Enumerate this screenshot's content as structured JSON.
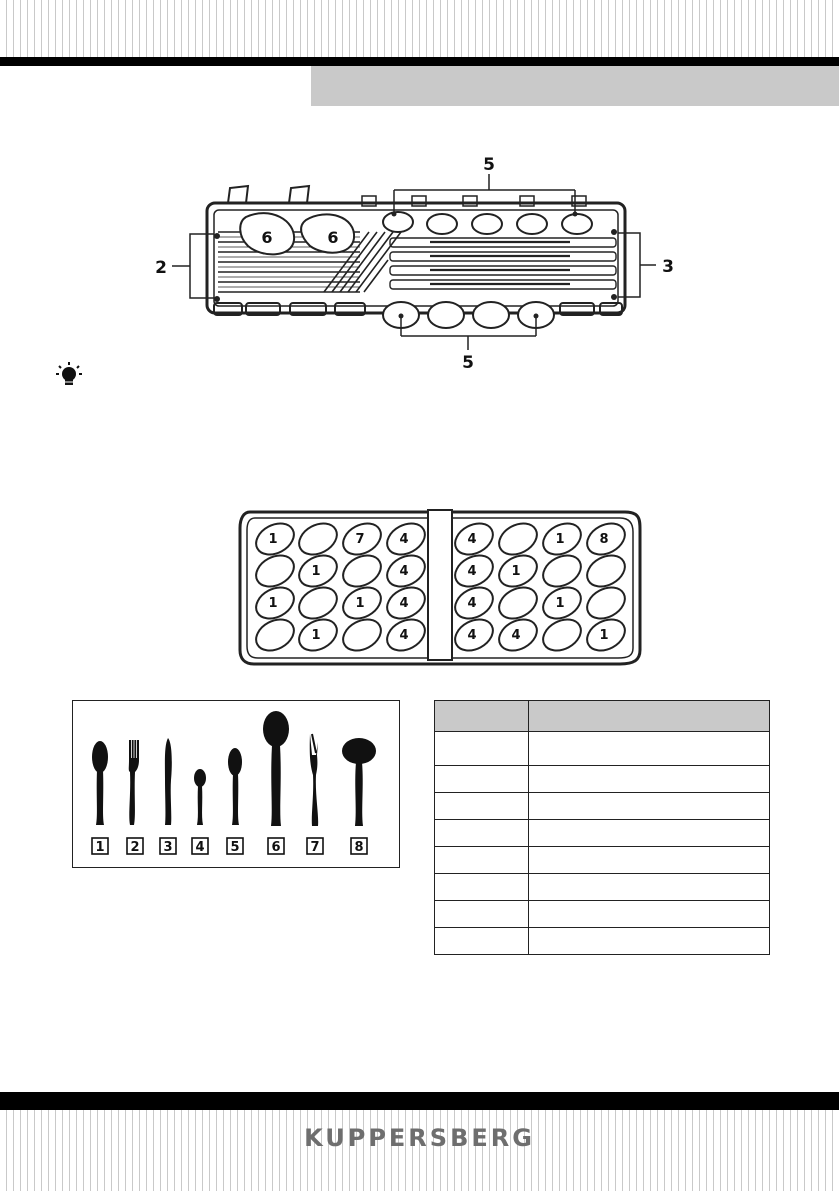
{
  "brand": "KUPPERSBERG",
  "rack_callouts": {
    "top": "5",
    "bottom": "5",
    "left": "2",
    "right": "3",
    "cup_left": "6",
    "cup_right": "6"
  },
  "basket_slots": {
    "left": [
      [
        "1",
        "",
        "7",
        "4"
      ],
      [
        "",
        "1",
        "",
        "4"
      ],
      [
        "1",
        "",
        "1",
        "4"
      ],
      [
        "",
        "1",
        "",
        "4"
      ]
    ],
    "right": [
      [
        "4",
        "",
        "1",
        "8"
      ],
      [
        "4",
        "1",
        "",
        ""
      ],
      [
        "4",
        "",
        "1",
        ""
      ],
      [
        "4",
        "4",
        "",
        "1"
      ]
    ]
  },
  "cutlery_numbers": [
    "1",
    "2",
    "3",
    "4",
    "5",
    "6",
    "7",
    "8"
  ],
  "cutlery_icons": [
    "spoon-icon",
    "fork-icon",
    "knife-icon",
    "teaspoon-icon",
    "dessert-spoon-icon",
    "serving-spoon-icon",
    "serving-fork-icon",
    "ladle-icon"
  ],
  "legend_table": {
    "header": [
      "",
      ""
    ],
    "rows": [
      [
        "",
        ""
      ],
      [
        "",
        ""
      ],
      [
        "",
        ""
      ],
      [
        "",
        ""
      ],
      [
        "",
        ""
      ],
      [
        "",
        ""
      ],
      [
        "",
        ""
      ],
      [
        "",
        ""
      ]
    ]
  }
}
